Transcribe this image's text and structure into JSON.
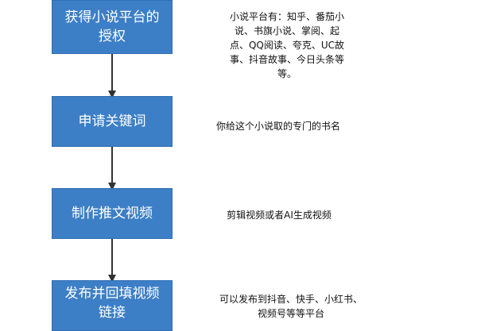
{
  "steps": [
    {
      "id": "step1",
      "label": "获得小说平台的授权"
    },
    {
      "id": "step2",
      "label": "申请关键词"
    },
    {
      "id": "step3",
      "label": "制作推文视频"
    },
    {
      "id": "step4",
      "label": "发布并回填视频链接"
    }
  ],
  "notes": [
    {
      "id": "note1",
      "text": "小说平台有：知乎、番茄小说、书旗小说、掌阅、起点、QQ阅读、夸克、UC故事、抖音故事、今日头条等等。"
    },
    {
      "id": "note2",
      "text": "你给这个小说取的专门的书名"
    },
    {
      "id": "note3",
      "text": "剪辑视频或者AI生成视频"
    },
    {
      "id": "note4",
      "text": "可以发布到抖音、快手、小红书、视频号等等平台"
    }
  ],
  "colors": {
    "box_fill": "#3d7fc6",
    "box_text": "#ffffff",
    "arrow": "#333333",
    "note_text": "#111111"
  }
}
